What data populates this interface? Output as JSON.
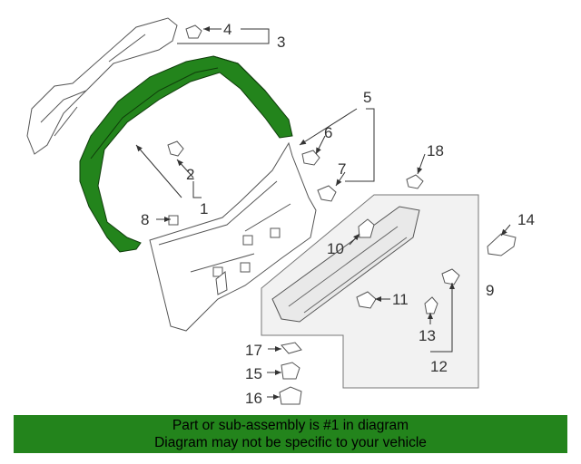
{
  "diagram": {
    "callouts": {
      "n1": "1",
      "n2": "2",
      "n3": "3",
      "n4": "4",
      "n5": "5",
      "n6": "6",
      "n7": "7",
      "n8": "8",
      "n9": "9",
      "n10": "10",
      "n11": "11",
      "n12": "12",
      "n13": "13",
      "n14": "14",
      "n15": "15",
      "n16": "16",
      "n17": "17",
      "n18": "18"
    },
    "highlight_color": "#23841c",
    "line_color": "#333333"
  },
  "banner": {
    "line1": "Part or sub-assembly is #1 in diagram",
    "line2": "Diagram may not be specific to your vehicle",
    "background": "#23841c"
  }
}
